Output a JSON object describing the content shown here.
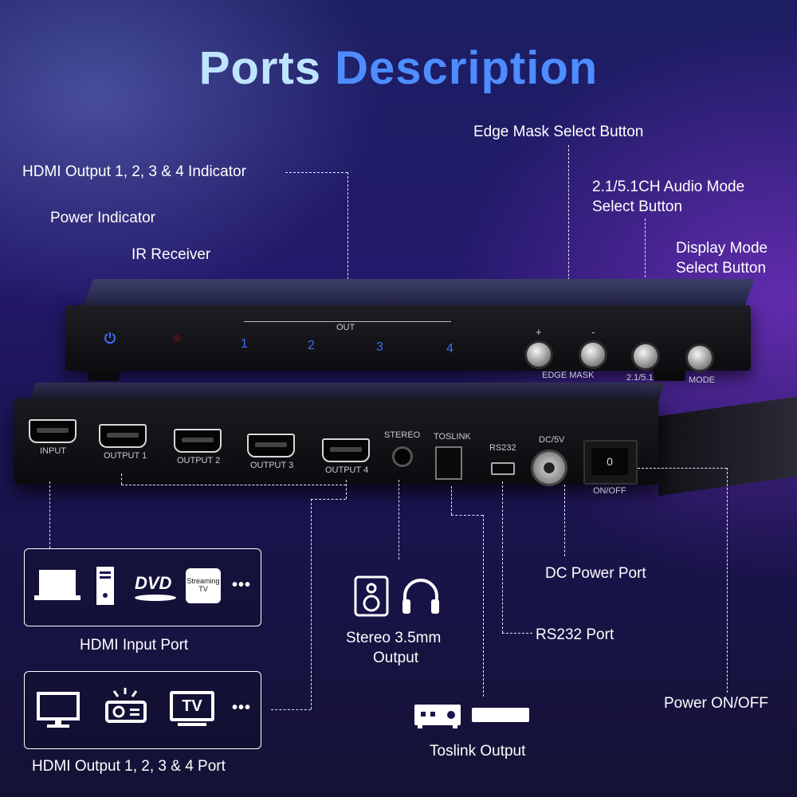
{
  "title": {
    "word1": "Ports",
    "word2": "Description"
  },
  "callouts": {
    "edge_mask": "Edge Mask Select Button",
    "hdmi_indicator": "HDMI Output 1, 2, 3 & 4 Indicator",
    "audio_mode_line1": "2.1/5.1CH Audio Mode",
    "audio_mode_line2": "Select Button",
    "power_indicator": "Power Indicator",
    "ir_receiver": "IR Receiver",
    "display_mode_line1": "Display Mode",
    "display_mode_line2": "Select Button",
    "dc_power": "DC Power Port",
    "rs232": "RS232 Port",
    "stereo_line1": "Stereo 3.5mm",
    "stereo_line2": "Output",
    "power_onoff": "Power ON/OFF",
    "hdmi_input": "HDMI Input Port",
    "toslink": "Toslink Output",
    "hdmi_output": "HDMI Output 1, 2, 3 & 4 Port"
  },
  "front_panel": {
    "out_label": "OUT",
    "outputs": [
      "1",
      "2",
      "3",
      "4"
    ],
    "plus": "+",
    "minus": "-",
    "edge_mask": "EDGE MASK",
    "audio": "2.1/5.1CH",
    "mode": "MODE"
  },
  "back_panel": {
    "input": "INPUT",
    "output1": "OUTPUT 1",
    "output2": "OUTPUT 2",
    "output3": "OUTPUT 3",
    "output4": "OUTPUT 4",
    "stereo": "STEREO",
    "toslink": "TOSLINK",
    "rs232": "RS232",
    "dc": "DC/5V",
    "switch_label": "ON/OFF",
    "switch_glyph": "0"
  },
  "input_devices": {
    "dvd": "DVD",
    "streaming_line1": "Streaming",
    "streaming_line2": "TV",
    "more": "•••"
  },
  "output_devices": {
    "tv": "TV",
    "more": "•••"
  },
  "colors": {
    "title_light": "#bfe4ff",
    "title_blue": "#4d8dff",
    "indicator_blue": "#3d6bff"
  }
}
